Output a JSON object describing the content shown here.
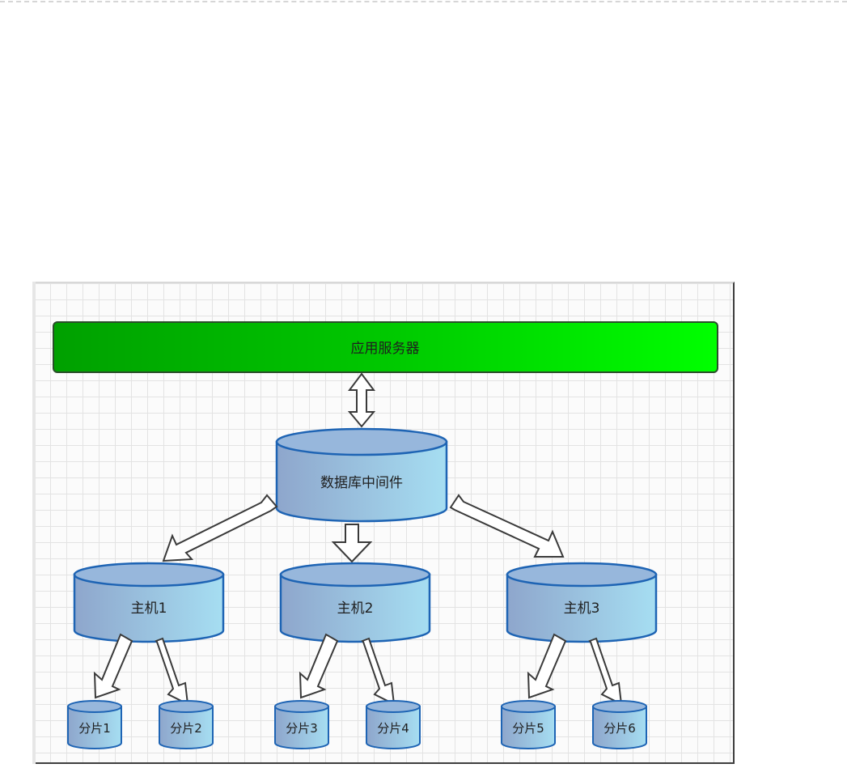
{
  "diagram": {
    "app_server": {
      "label": "应用服务器"
    },
    "middleware": {
      "label": "数据库中间件"
    },
    "hosts": [
      {
        "label": "主机1"
      },
      {
        "label": "主机2"
      },
      {
        "label": "主机3"
      }
    ],
    "shards": [
      {
        "label": "分片1"
      },
      {
        "label": "分片2"
      },
      {
        "label": "分片3"
      },
      {
        "label": "分片4"
      },
      {
        "label": "分片5"
      },
      {
        "label": "分片6"
      }
    ],
    "colors": {
      "app_server_dark": "#00a300",
      "app_server_light": "#00ff00",
      "cylinder_left": "#8aa8d0",
      "cylinder_right": "#a8dcf0",
      "cylinder_stroke": "#1e64b4",
      "arrow_stroke": "#3a3a3a"
    }
  }
}
